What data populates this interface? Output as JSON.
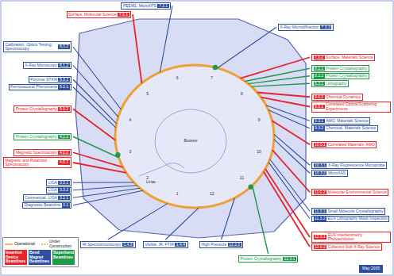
{
  "diagram": {
    "nodes": [
      {
        "text": [
          "PEEM2, MicroXPS",
          "7.3.1"
        ]
      },
      {
        "text": [
          "Surface, Molecular Science",
          "7.0.1"
        ]
      },
      {
        "text": [
          "X-Ray Microdiffraction",
          "7.3.3"
        ]
      },
      {
        "text": [
          "Calibration, Optics Testing, Spectroscopy",
          "6.3.2"
        ]
      },
      {
        "text": [
          "X-Ray Microscopy",
          "6.1.2"
        ]
      },
      {
        "text": [
          "Polymer STXM",
          "5.3.2"
        ]
      },
      {
        "text": [
          "Femtosecond Phenomena",
          "5.3.1"
        ]
      },
      {
        "text": [
          "Protein Crystallography",
          "5.0.2"
        ]
      },
      {
        "text": [
          "Protein Crystallography",
          "4.2.2"
        ]
      },
      {
        "text": [
          "Magnetic Spectroscopy",
          "4.0.2"
        ]
      },
      {
        "text": [
          "Magnetic and Polarized Spectroscopy",
          "4.0.1"
        ]
      },
      {
        "text": [
          "LIGA",
          "3.3.1"
        ]
      },
      {
        "text": [
          "LIGA",
          "3.3.2"
        ]
      },
      {
        "text": [
          "Commercial, LIGA",
          "3.2.1"
        ]
      },
      {
        "text": [
          "Diagnostic Beamline",
          "3.1"
        ]
      },
      {
        "text": [
          "IR Spectromicroscopy",
          "1.4.3"
        ]
      },
      {
        "text": [
          "Visible, IR, FTIR",
          "1.4.4"
        ]
      },
      {
        "text": [
          "High Pressure",
          "12.2.2"
        ]
      },
      {
        "text": [
          "Protein Crystallography",
          "12.3.1"
        ]
      },
      {
        "text": [
          "Surface, Materials Science",
          "7.0.2"
        ]
      },
      {
        "text": [
          "Protein Crystallography",
          "8.2.1"
        ]
      },
      {
        "text": [
          "Protein Crystallography",
          "8.2.2"
        ]
      },
      {
        "text": [
          "Lithography",
          "8.3.1"
        ]
      },
      {
        "text": [
          "Chemical Dynamics",
          "9.0.2"
        ]
      },
      {
        "text": [
          "Correlated Optical/Scattering Experiments",
          "9.0.1"
        ]
      },
      {
        "text": [
          "AMO, Materials Science",
          "9.3.1"
        ]
      },
      {
        "text": [
          "Chemical, Materials Science",
          "9.3.2"
        ]
      },
      {
        "text": [
          "Correlated Materials, AMO",
          "10.0.1"
        ]
      },
      {
        "text": [
          "X-Ray Fluorescence Microprobe",
          "10.3.1"
        ]
      },
      {
        "text": [
          "MicroXAS",
          "10.3.2"
        ]
      },
      {
        "text": [
          "Molecular Environmental Science",
          "11.0.2"
        ]
      },
      {
        "text": [
          "Small Molecule Crystallography",
          "11.3.1"
        ]
      },
      {
        "text": [
          "EUV Lithography Mask Inspection",
          "11.3.2"
        ]
      },
      {
        "text": [
          "EUV Interferometry, Photoemission",
          "12.0.1"
        ]
      },
      {
        "text": [
          "Coherent Soft X-Ray Science",
          "12.0.2"
        ]
      },
      {
        "text": [
          "May 2005"
        ]
      }
    ],
    "labels": [
      "1",
      "2",
      "3",
      "4",
      "5",
      "6",
      "7",
      "8",
      "9",
      "10",
      "11",
      "12",
      "Booster",
      "Linac"
    ],
    "legend": [
      {
        "text": "Operational"
      },
      {
        "text": "Under Construction"
      },
      {
        "text": "Insertion Device Beamlines",
        "color": "#e3262d"
      },
      {
        "text": "Bend Magnet Beamlines",
        "color": "#2d4f9f"
      },
      {
        "text": "Superbend Beamlines",
        "color": "#20994a"
      }
    ]
  }
}
